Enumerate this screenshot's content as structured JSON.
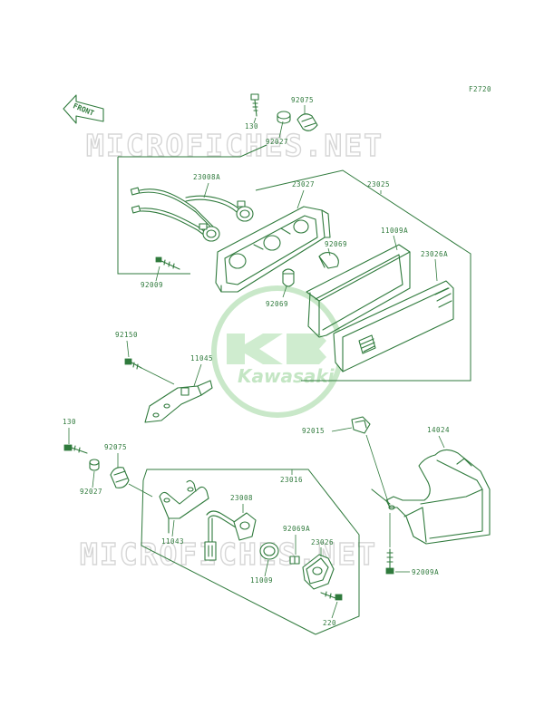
{
  "figure_code": "F2720",
  "watermark": "MICROFICHES.NET",
  "logo_text": "Kawasaki",
  "direction_label": "FRONT",
  "callouts": {
    "c130_top": "130",
    "c92075_top": "92075",
    "c92027_top": "92027",
    "c23008A": "23008A",
    "c23027": "23027",
    "c23025": "23025",
    "c11009A": "11009A",
    "c23026A": "23026A",
    "c92069_a": "92069",
    "c92069_b": "92069",
    "c92009": "92009",
    "c92150": "92150",
    "c11045": "11045",
    "c92015": "92015",
    "c14024": "14024",
    "c130_bot": "130",
    "c92075_bot": "92075",
    "c92027_bot": "92027",
    "c23016": "23016",
    "c23008": "23008",
    "c11043": "11043",
    "c92069A": "92069A",
    "c23026": "23026",
    "c11009": "11009",
    "c92009A": "92009A",
    "c220": "220"
  }
}
